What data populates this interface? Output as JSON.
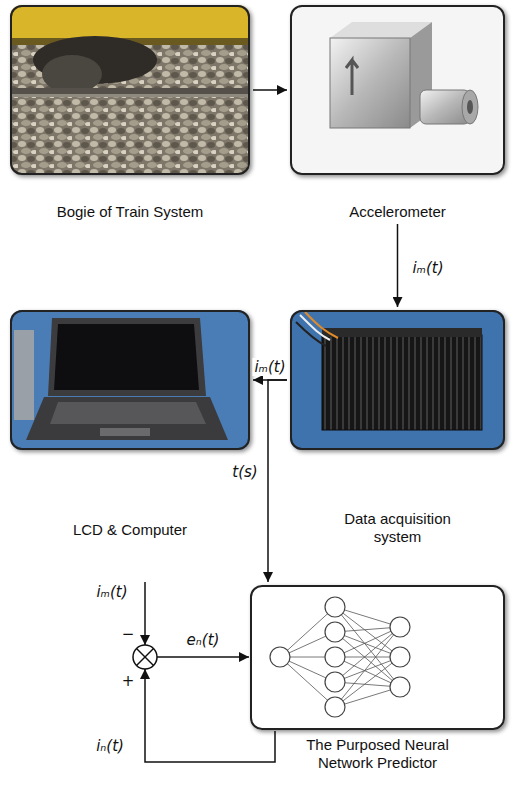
{
  "diagram": {
    "nodes": [
      {
        "text": [
          "Bogie of Train System"
        ]
      },
      {
        "text": [
          "Accelerometer"
        ]
      },
      {
        "text": [
          "LCD & Computer"
        ]
      },
      {
        "text": [
          "Data acquisition system"
        ]
      },
      {
        "text": [
          "The Purposed Neural Network Predictor"
        ]
      }
    ],
    "edges": [
      {
        "from": 0,
        "to": 1,
        "arrow": "to"
      },
      {
        "from": 1,
        "to": 3,
        "label": "iₘ(t)",
        "arrow": "to"
      },
      {
        "from": 3,
        "to": 2,
        "label": "iₘ(t)",
        "arrow": "to"
      },
      {
        "from": 3,
        "to": 4,
        "label": "t(s)",
        "arrow": "to"
      }
    ],
    "labels": [
      "iₘ(t)",
      "−",
      "+",
      "eₙ(t)",
      "iₙ(t)"
    ]
  }
}
